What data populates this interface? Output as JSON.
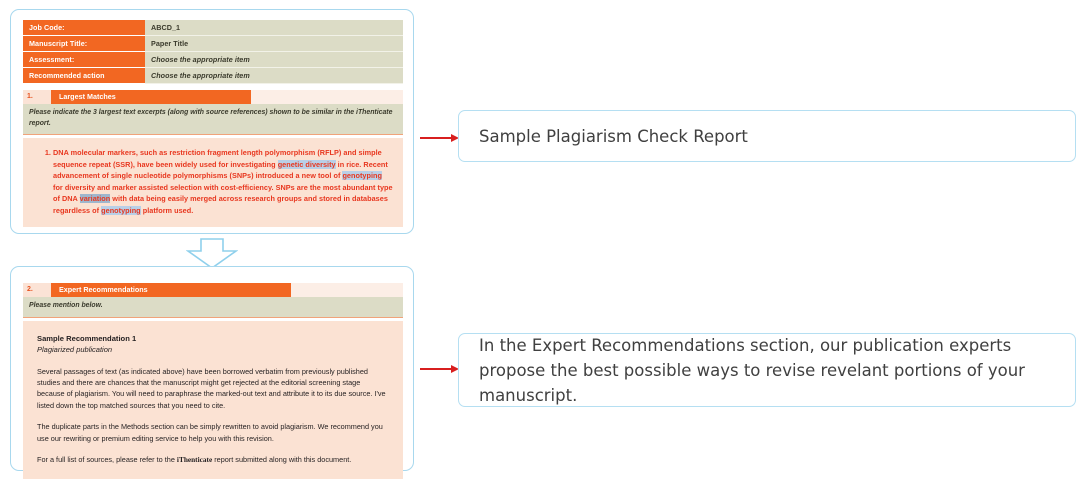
{
  "document_panel_1": {
    "meta_table": {
      "rows": [
        {
          "label": "Job Code:",
          "value": "ABCD_1",
          "italic": false
        },
        {
          "label": "Manuscript Title:",
          "value": "Paper Title",
          "italic": false
        },
        {
          "label": "Assessment:",
          "value": "Choose the appropriate item",
          "italic": true
        },
        {
          "label": "Recommended action",
          "value": "Choose the appropriate item",
          "italic": true
        }
      ]
    },
    "section": {
      "number": "1.",
      "title": "Largest Matches",
      "instruction": "Please indicate the 3 largest text excerpts (along with source references) shown to be similar in the iThenticate report."
    },
    "excerpt": {
      "number": "1.",
      "segments": [
        {
          "text": "DNA molecular markers, such as restriction fragment length polymorphism (RFLP) and simple sequence repeat (SSR), have been widely used for investigating ",
          "highlight": "none"
        },
        {
          "text": "genetic diversity",
          "highlight": "light"
        },
        {
          "text": " in rice. Recent advancement of single nucleotide polymorphisms (SNPs) introduced a new tool of ",
          "highlight": "none"
        },
        {
          "text": "genotyping",
          "highlight": "light"
        },
        {
          "text": " for diversity and marker assisted selection with cost-efficiency. SNPs are the most abundant type of DNA ",
          "highlight": "none"
        },
        {
          "text": "variation",
          "highlight": "dark"
        },
        {
          "text": " with data being easily merged across research groups and stored in databases regardless of ",
          "highlight": "none"
        },
        {
          "text": "genotyping",
          "highlight": "light"
        },
        {
          "text": " platform used.",
          "highlight": "none"
        }
      ]
    }
  },
  "document_panel_2": {
    "section": {
      "number": "2.",
      "title": "Expert Recommendations",
      "instruction": "Please mention below."
    },
    "recommendation": {
      "title": "Sample Recommendation 1",
      "subtitle": "Plagiarized publication",
      "paragraph_1": "Several passages of text (as indicated above) have been borrowed verbatim from previously published studies and there are chances that the manuscript might get rejected at the editorial screening stage because of plagiarism. You will need to paraphrase the marked-out text and attribute it to its due source. I've listed down the top matched sources that you need to cite.",
      "paragraph_2": "The duplicate parts in the Methods section can be simply rewritten to avoid plagiarism. We recommend you use our rewriting or premium editing service to help you with this revision.",
      "paragraph_3_before": "For a full list of sources, please refer to the ",
      "paragraph_3_brand": "iThenticate",
      "paragraph_3_after": " report submitted along with this document."
    }
  },
  "callouts": [
    {
      "text": "Sample Plagiarism Check Report"
    },
    {
      "text": "In the Expert Recommendations section, our publication experts propose the best possible ways to revise revelant portions of your manuscript."
    }
  ],
  "colors": {
    "accent_orange": "#f26722",
    "excerpt_red": "#e8371f",
    "panel_border_blue": "#a8d8ee",
    "arrow_red": "#d81f1f",
    "meta_value_bg": "#dcdcc6",
    "body_peach": "#fbe2d3",
    "highlight_light_blue": "#b9cfe7",
    "highlight_dark_blue": "#9fb6cd"
  },
  "icons": {
    "arrow_right": "arrow-right-icon",
    "arrow_down": "arrow-down-icon"
  }
}
